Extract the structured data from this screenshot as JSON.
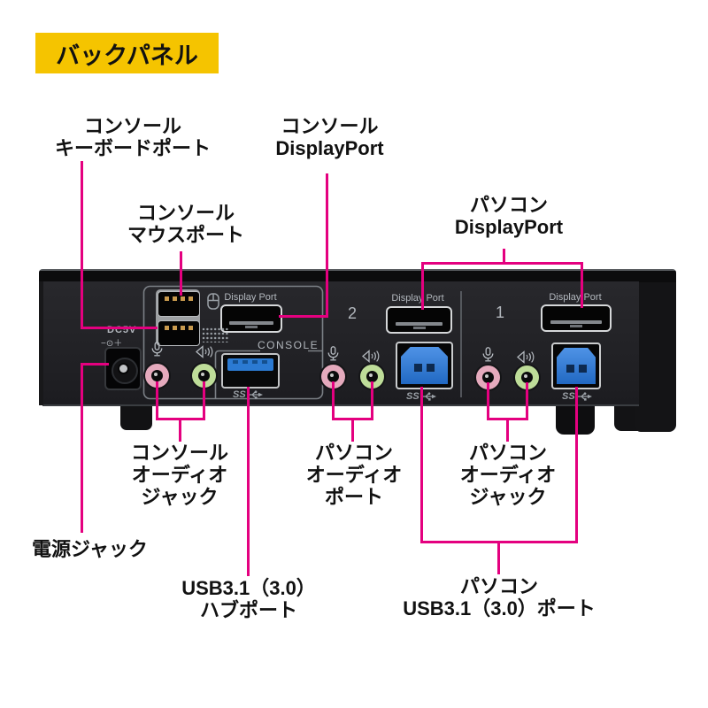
{
  "badge": {
    "label": "バックパネル",
    "bg_color": "#F5C400"
  },
  "colors": {
    "callout_line": "#E4007F",
    "label_text": "#111111",
    "device_face": "#232327",
    "device_port_label": "#B2B7BD",
    "usb3_blue": "#2B7AD2",
    "mic_jack_pink": "#E5AABD",
    "speaker_jack_green": "#BEDD99",
    "badge_yellow": "#F5C400"
  },
  "callouts": {
    "console_keyboard": {
      "line1": "コンソール",
      "line2": "キーボードポート"
    },
    "console_mouse": {
      "line1": "コンソール",
      "line2": "マウスポート"
    },
    "console_displayport": {
      "line1": "コンソール",
      "line2": "DisplayPort"
    },
    "pc_displayport": {
      "line1": "パソコン",
      "line2": "DisplayPort"
    },
    "console_audio": {
      "line1": "コンソール",
      "line2": "オーディオ",
      "line3": "ジャック"
    },
    "pc_audio_port": {
      "line1": "パソコン",
      "line2": "オーディオ",
      "line3": "ポート"
    },
    "pc_audio_jack": {
      "line1": "パソコン",
      "line2": "オーディオ",
      "line3": "ジャック"
    },
    "power_jack": {
      "line1": "電源ジャック"
    },
    "usb_hub": {
      "line1": "USB3.1（3.0）",
      "line2": "ハブポート"
    },
    "pc_usb": {
      "line1": "パソコン",
      "line2": "USB3.1（3.0）ポート"
    }
  },
  "device": {
    "dc_label": "DC5V",
    "dc_polarity": "−⊙＋",
    "console_label": "CONSOLE",
    "displayport_label": "Display Port",
    "port_number_2": "2",
    "port_number_1": "1",
    "ss_label": "SS"
  },
  "icons": {
    "microphone": "mic-icon",
    "speaker": "speaker-waves-icon",
    "mouse": "mouse-icon",
    "keyboard": "keyboard-grid-icon",
    "usb_superspeed": "usb-trident-icon"
  }
}
